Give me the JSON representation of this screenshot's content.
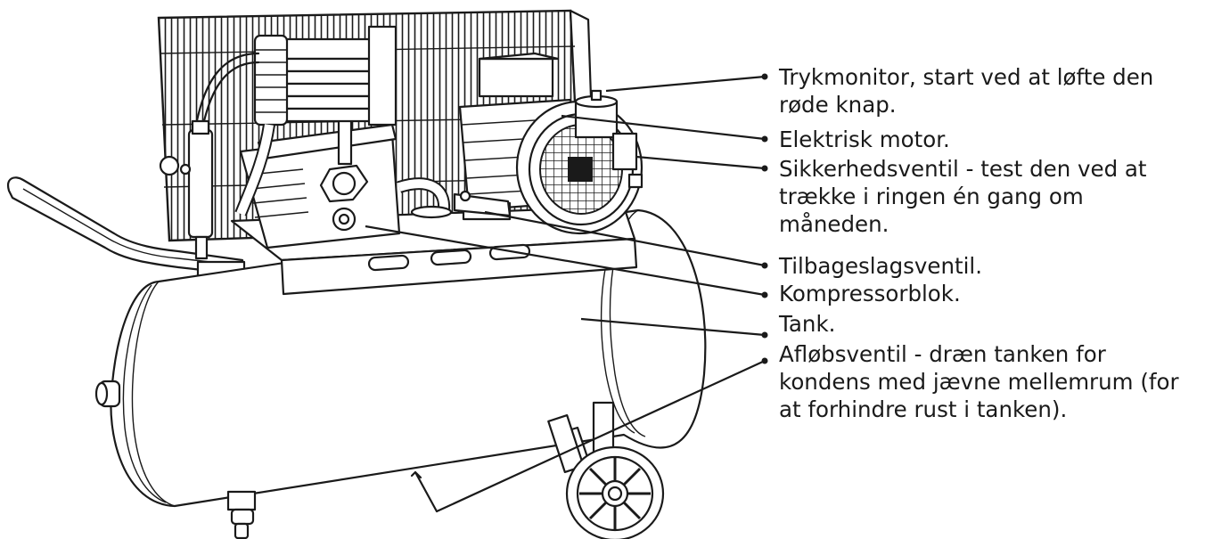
{
  "labels": [
    {
      "id": "pressure-switch",
      "text": "Trykmonitor, start ved at løfte den røde knap."
    },
    {
      "id": "electric-motor",
      "text": "Elektrisk motor."
    },
    {
      "id": "safety-valve",
      "text": "Sikkerhedsventil - test den ved at trække i ringen én gang om måneden."
    },
    {
      "id": "check-valve",
      "text": "Tilbageslagsventil."
    },
    {
      "id": "compressor-block",
      "text": "Kompressorblok."
    },
    {
      "id": "tank",
      "text": "Tank."
    },
    {
      "id": "drain-valve",
      "text": "Afløbsventil - dræn tanken for kondens med jævne mellemrum (for at forhindre rust i tanken)."
    }
  ]
}
